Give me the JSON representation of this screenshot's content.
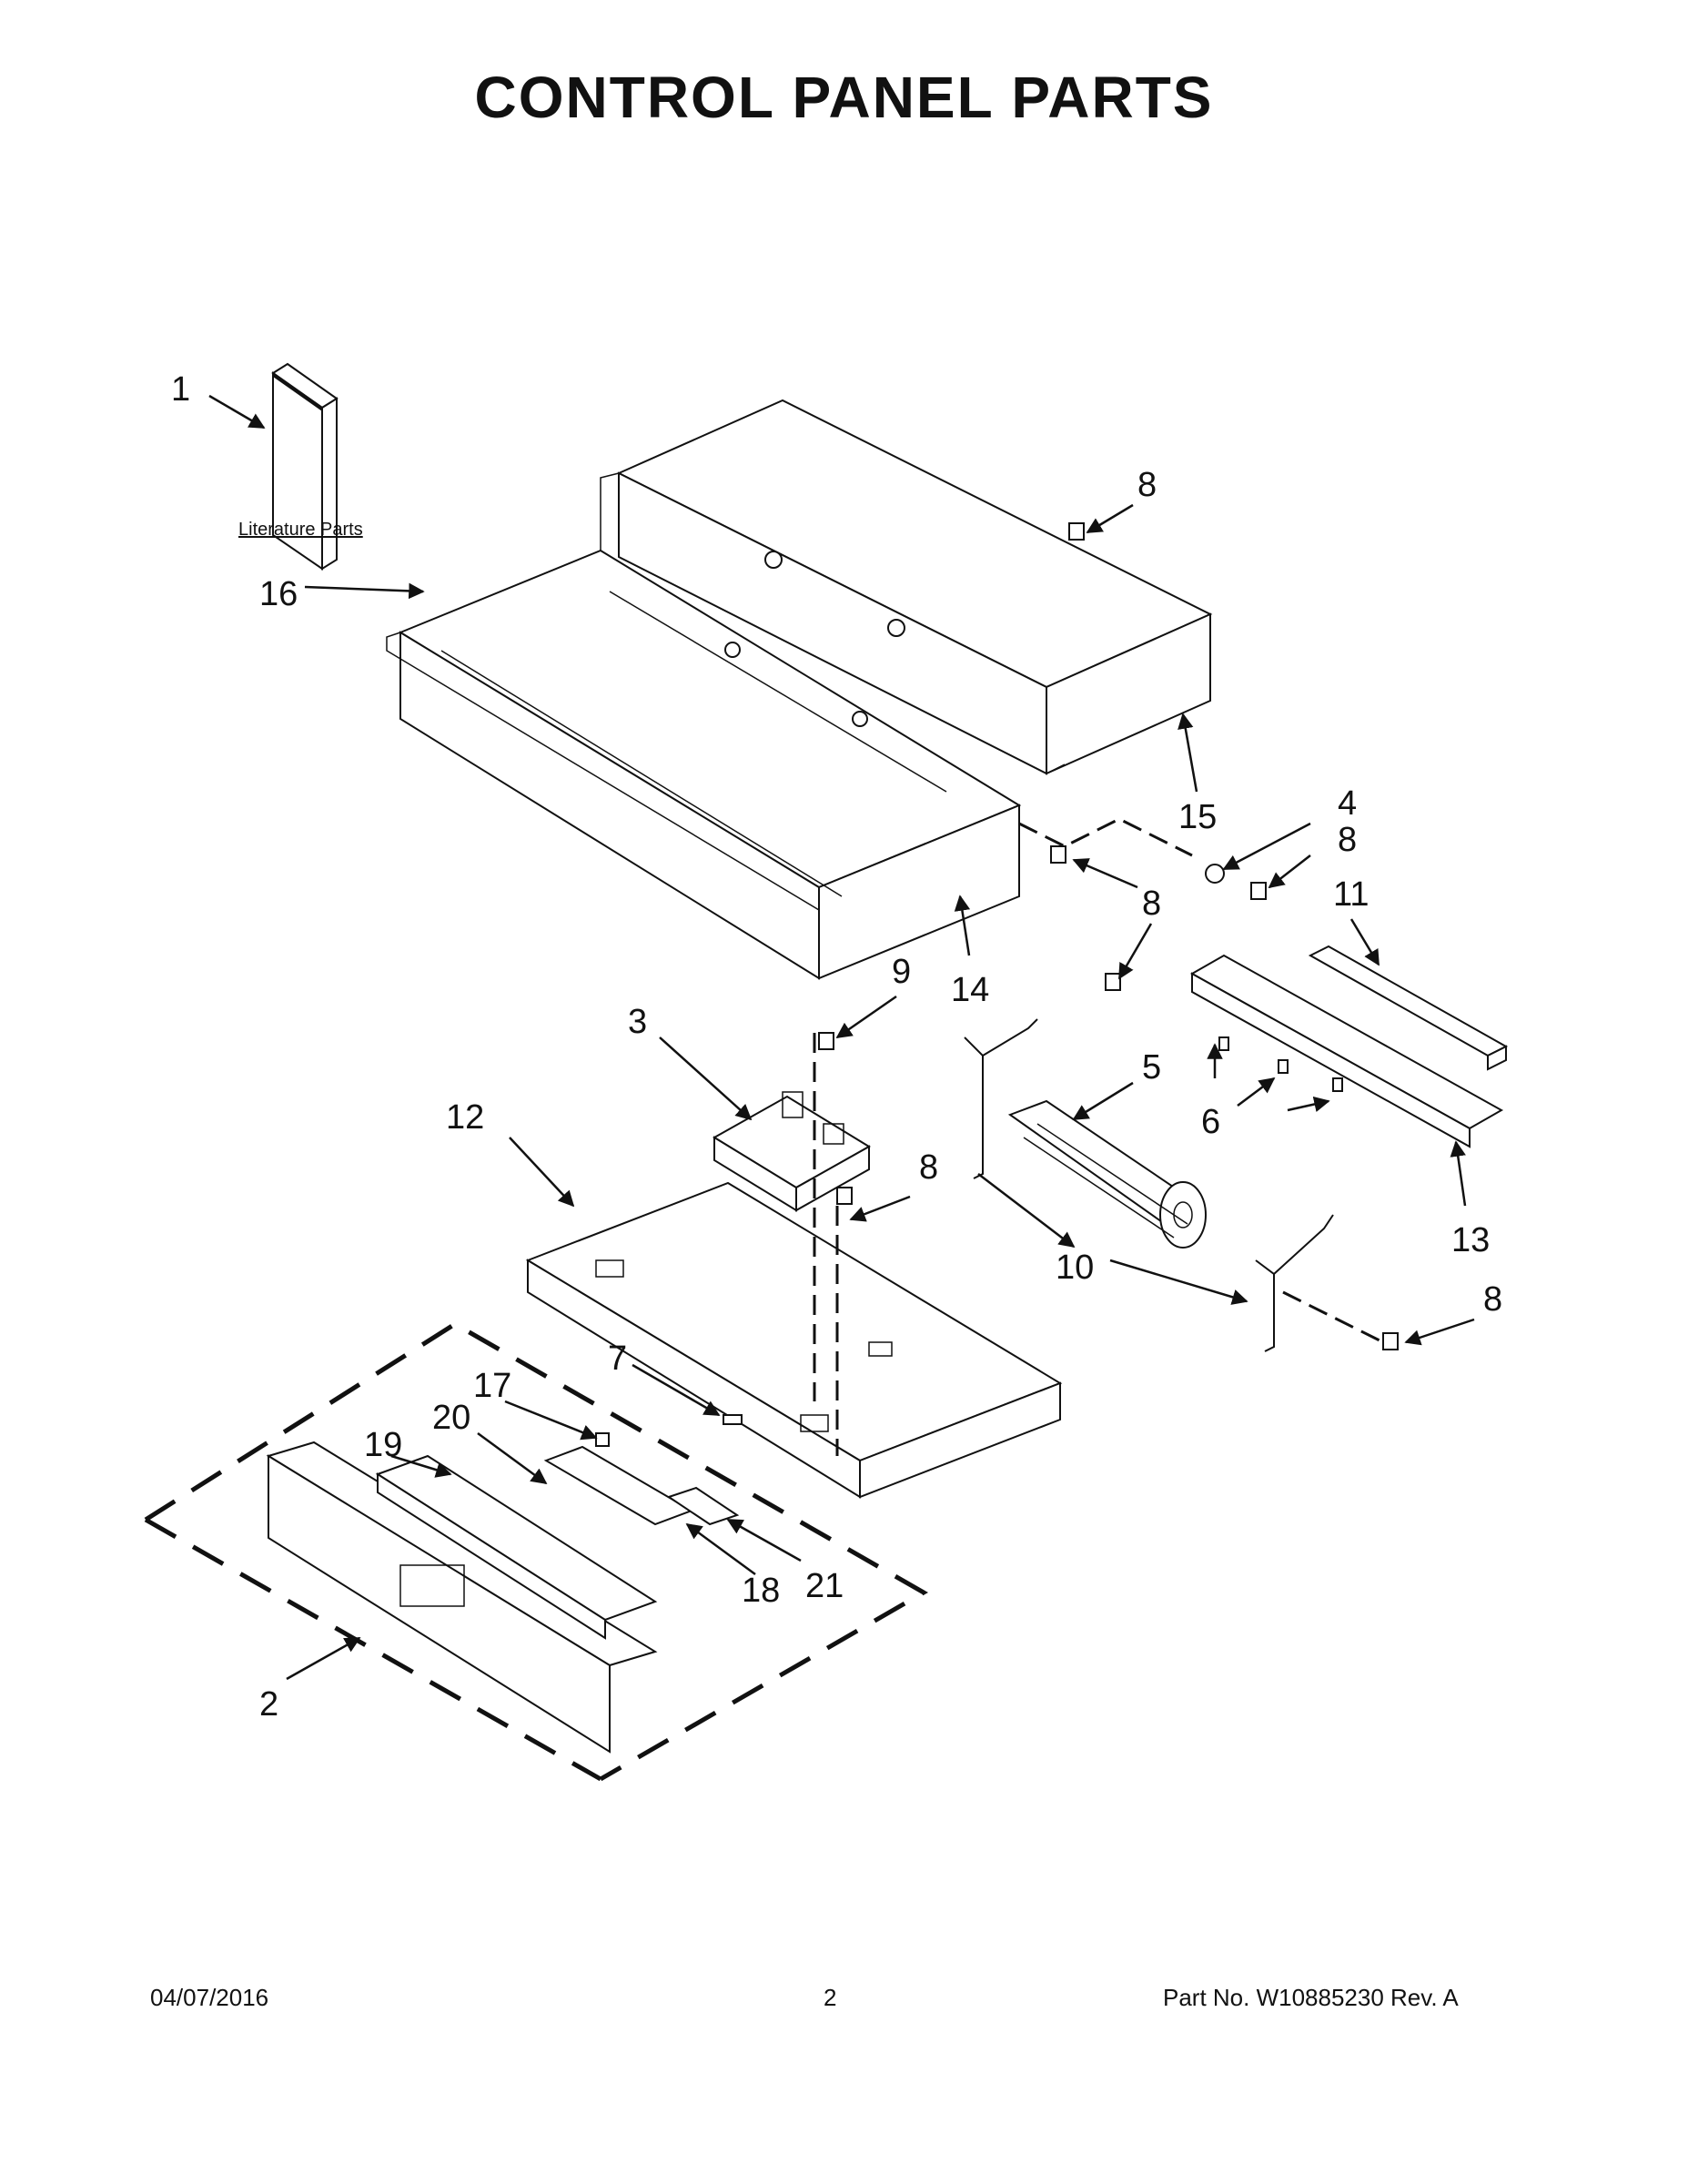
{
  "page": {
    "title": "CONTROL PANEL PARTS",
    "footer": {
      "date": "04/07/2016",
      "page_number": "2",
      "part_no": "Part No.  W10885230  Rev.  A"
    }
  },
  "diagram": {
    "literature_label": "Literature Parts",
    "callouts": {
      "c1": "1",
      "c2": "2",
      "c3": "3",
      "c4": "4",
      "c5": "5",
      "c6": "6",
      "c7": "7",
      "c8": "8",
      "c9": "9",
      "c10": "10",
      "c11": "11",
      "c12": "12",
      "c13": "13",
      "c14": "14",
      "c15": "15",
      "c16": "16",
      "c17": "17",
      "c18": "18",
      "c19": "19",
      "c20": "20",
      "c21": "21"
    }
  }
}
